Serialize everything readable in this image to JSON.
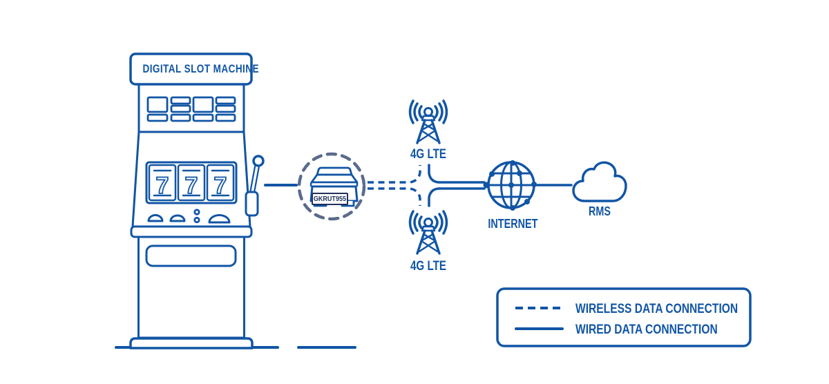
{
  "colors": {
    "primary": "#1155A5",
    "circle_dash": "#5A6B8C",
    "device_text": "#22305C",
    "background": "#FFFFFF"
  },
  "machine": {
    "sign_label": "DIGITAL SLOT MACHINE",
    "reels": [
      "7",
      "7",
      "7"
    ]
  },
  "router": {
    "label": "GKRUT955"
  },
  "towers": {
    "top_label": "4G LTE",
    "bottom_label": "4G LTE"
  },
  "internet": {
    "label": "INTERNET"
  },
  "cloud": {
    "label": "RMS"
  },
  "legend": {
    "wireless_label": "WIRELESS DATA CONNECTION",
    "wired_label": "WIRED DATA CONNECTION"
  }
}
